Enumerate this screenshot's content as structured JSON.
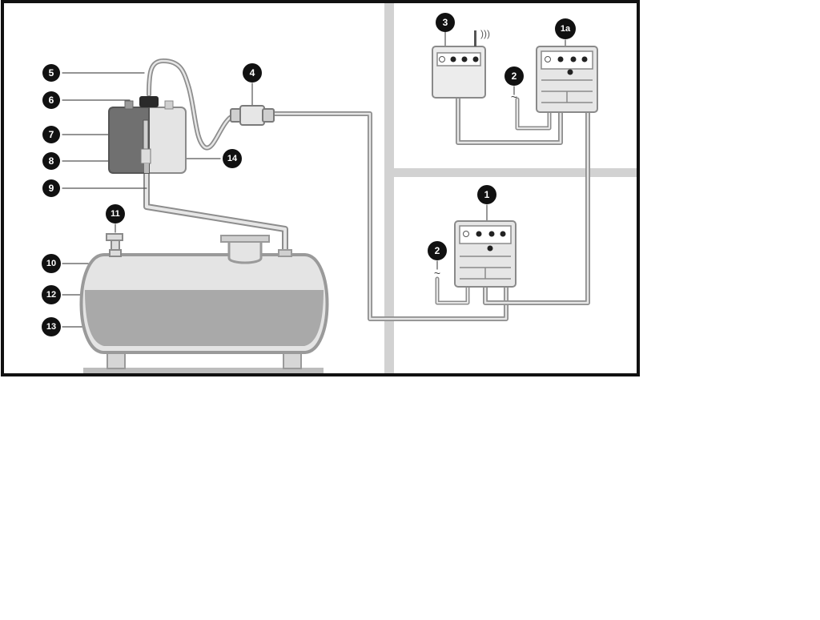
{
  "callouts": {
    "n1": "1",
    "n1a": "1a",
    "n2a": "2",
    "n2b": "2",
    "n3": "3",
    "n4": "4",
    "n5": "5",
    "n6": "6",
    "n7": "7",
    "n8": "8",
    "n9": "9",
    "n10": "10",
    "n11": "11",
    "n12": "12",
    "n13": "13",
    "n14": "14"
  },
  "symbols": {
    "ac": "~",
    "wireless": ")))"
  },
  "colors": {
    "frame": "#111111",
    "wall": "#c8c8c8",
    "pipe": "#9a9a9a",
    "tank_fill": "#a9a9a9",
    "tank_light": "#dedede",
    "housing_dark": "#6e6e6e",
    "callout": "#111111"
  }
}
